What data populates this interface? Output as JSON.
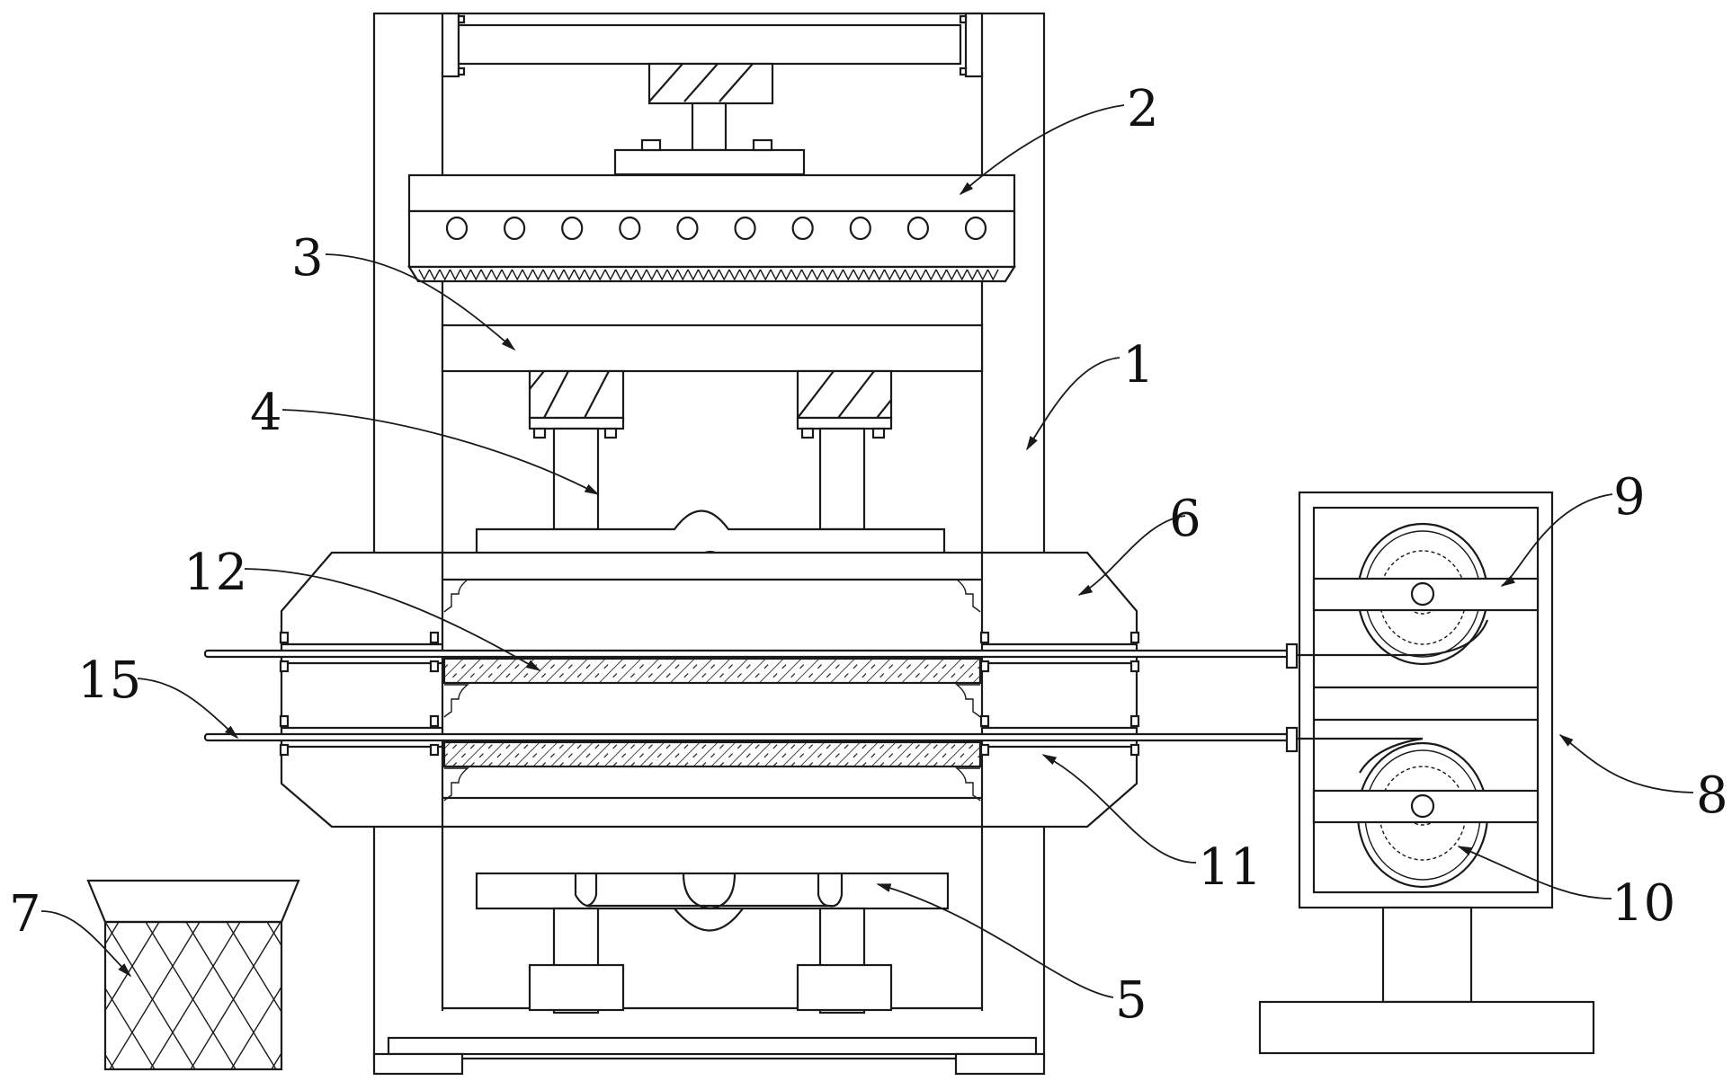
{
  "figure": {
    "type": "patent-style mechanical drawing",
    "description": "Front view of a pressing/forming machine with frame, upper press plate, clamp assembly, rollers and collection basket",
    "line_color": "#1a1a1a",
    "background_color": "#ffffff"
  },
  "labels": [
    {
      "id": "1",
      "text": "1",
      "part": "frame"
    },
    {
      "id": "2",
      "text": "2",
      "part": "upper-press-plate"
    },
    {
      "id": "3",
      "text": "3",
      "part": "crossbeam"
    },
    {
      "id": "4",
      "text": "4",
      "part": "upper-mold"
    },
    {
      "id": "5",
      "text": "5",
      "part": "lower-mold"
    },
    {
      "id": "6",
      "text": "6",
      "part": "clamp-housing"
    },
    {
      "id": "7",
      "text": "7",
      "part": "collection-basket"
    },
    {
      "id": "8",
      "text": "8",
      "part": "roller-cabinet"
    },
    {
      "id": "9",
      "text": "9",
      "part": "roller-bracket"
    },
    {
      "id": "10",
      "text": "10",
      "part": "winding-roller"
    },
    {
      "id": "11",
      "text": "11",
      "part": "guide-rod"
    },
    {
      "id": "12",
      "text": "12",
      "part": "workpiece-strip"
    },
    {
      "id": "15",
      "text": "15",
      "part": "feed-rod"
    }
  ],
  "press_plate": {
    "hole_count": 10
  },
  "clamp": {
    "strip_count": 2,
    "rod_count": 2
  },
  "rollers": {
    "count": 2
  }
}
